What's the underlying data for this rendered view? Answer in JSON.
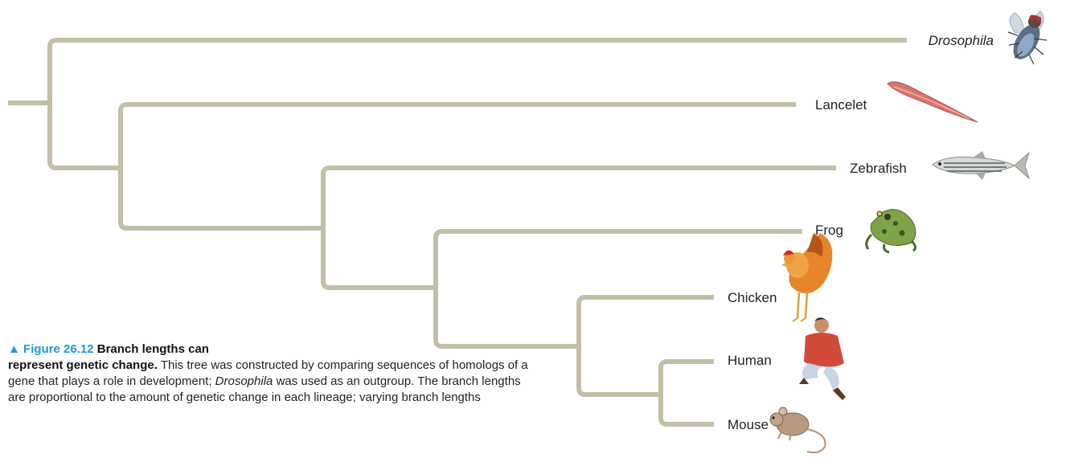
{
  "diagram": {
    "type": "phylogenetic-tree",
    "colors": {
      "branch": "#c2bfa8",
      "caption_accent": "#1a9ad6"
    },
    "taxa": [
      {
        "id": "drosophila",
        "label": "Drosophila",
        "italic": true,
        "icon": "fruit-fly-icon"
      },
      {
        "id": "lancelet",
        "label": "Lancelet",
        "italic": false,
        "icon": "lancelet-icon"
      },
      {
        "id": "zebrafish",
        "label": "Zebrafish",
        "italic": false,
        "icon": "zebrafish-icon"
      },
      {
        "id": "frog",
        "label": "Frog",
        "italic": false,
        "icon": "frog-icon"
      },
      {
        "id": "chicken",
        "label": "Chicken",
        "italic": false,
        "icon": "chicken-icon"
      },
      {
        "id": "human",
        "label": "Human",
        "italic": false,
        "icon": "human-icon"
      },
      {
        "id": "mouse",
        "label": "Mouse",
        "italic": false,
        "icon": "mouse-icon"
      }
    ],
    "topology": "(Drosophila,(Lancelet,(Zebrafish,(Frog,(Chicken,(Human,Mouse))))))"
  },
  "caption": {
    "marker": "▲",
    "figure_number": "Figure 26.12",
    "title": "Branch lengths can represent genetic change.",
    "text_1": "This tree was constructed by comparing sequences of homologs of a gene that plays a role in development;",
    "italic_term": "Drosophila",
    "text_2": "was used as an outgroup. The branch lengths are proportional to the amount of genetic change in each lineage; varying branch lengths"
  }
}
